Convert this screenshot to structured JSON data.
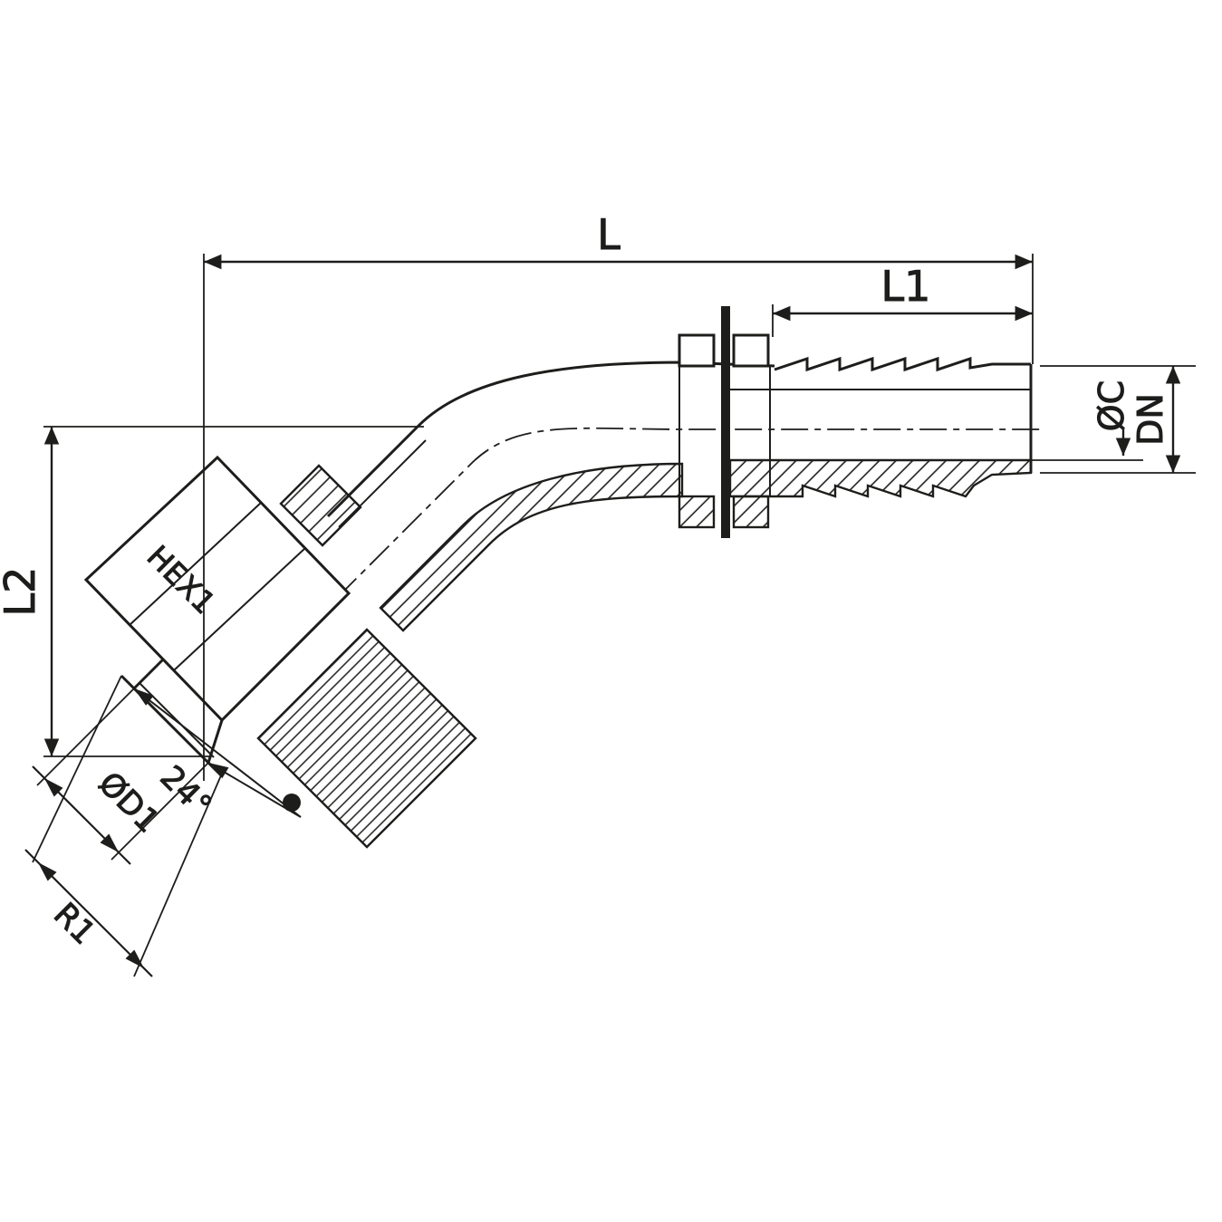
{
  "drawing": {
    "title": "45-degree hose fitting dimensional drawing",
    "labels": {
      "overall_length": "L",
      "tail_length": "L1",
      "elbow_height": "L2",
      "hose_outlet_diameter": "ØC",
      "nominal_bore": "DN",
      "hex_flats": "HEX1",
      "cone_angle": "24°",
      "cone_diameter": "ØD1",
      "thread_radius": "R1"
    },
    "colors": {
      "line": "#1d1d1b",
      "background": "#ffffff"
    }
  }
}
